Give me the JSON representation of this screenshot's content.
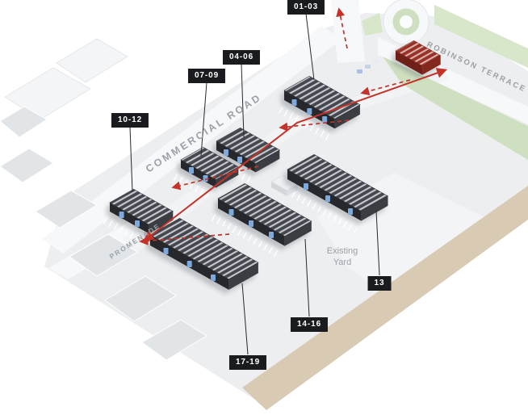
{
  "plan": {
    "units": [
      {
        "label": "01-03"
      },
      {
        "label": "04-06"
      },
      {
        "label": "07-09"
      },
      {
        "label": "10-12"
      },
      {
        "label": "13"
      },
      {
        "label": "14-16"
      },
      {
        "label": "17-19"
      }
    ],
    "roads": {
      "commercial": "COMMERCIAL ROAD",
      "robinson": "ROBINSON TERRACE",
      "promenade": "PROMENADE"
    },
    "areas": {
      "existing_yard_line1": "Existing",
      "existing_yard_line2": "Yard"
    },
    "colors": {
      "label_bg": "#1a1b1e",
      "label_text": "#ffffff",
      "route_red": "#c4332a",
      "ground": "#eceef0",
      "road": "#f7f8fa",
      "roof_dark": "#45494f",
      "roof_stripe": "#c7cbd0",
      "wall_front": "#26282c",
      "wall_end": "#3a3d42",
      "existing_building_red": "#993127",
      "grass": "#cfe0c0",
      "yard_band_tan": "#d9cab4",
      "door_blue": "#7fa8dc",
      "road_text_grey": "#9ba1a8"
    }
  }
}
